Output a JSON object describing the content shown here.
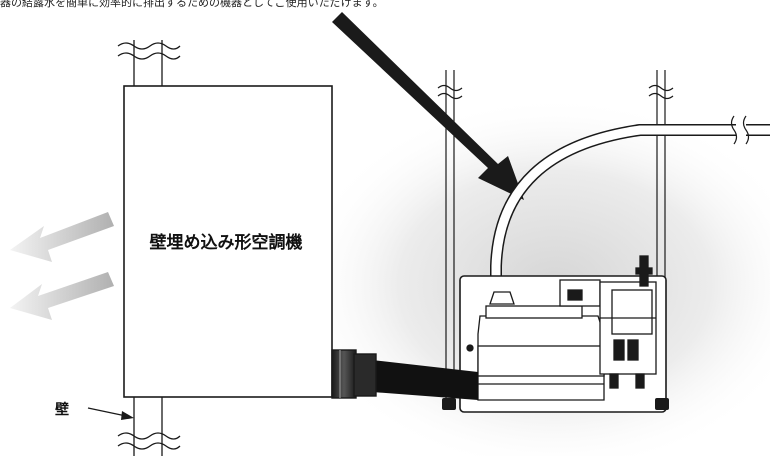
{
  "caption": "器の結露水を簡単に効率的に排出するための機器としてご使用いただけます。",
  "unit_label": "壁埋め込み形空調機",
  "wall_label": "壁",
  "colors": {
    "line": "#1a1a1a",
    "housing": "#ffffff",
    "hose": "#111111",
    "airflow": "#bdbdbd",
    "shadow": "#e2e2e2"
  }
}
